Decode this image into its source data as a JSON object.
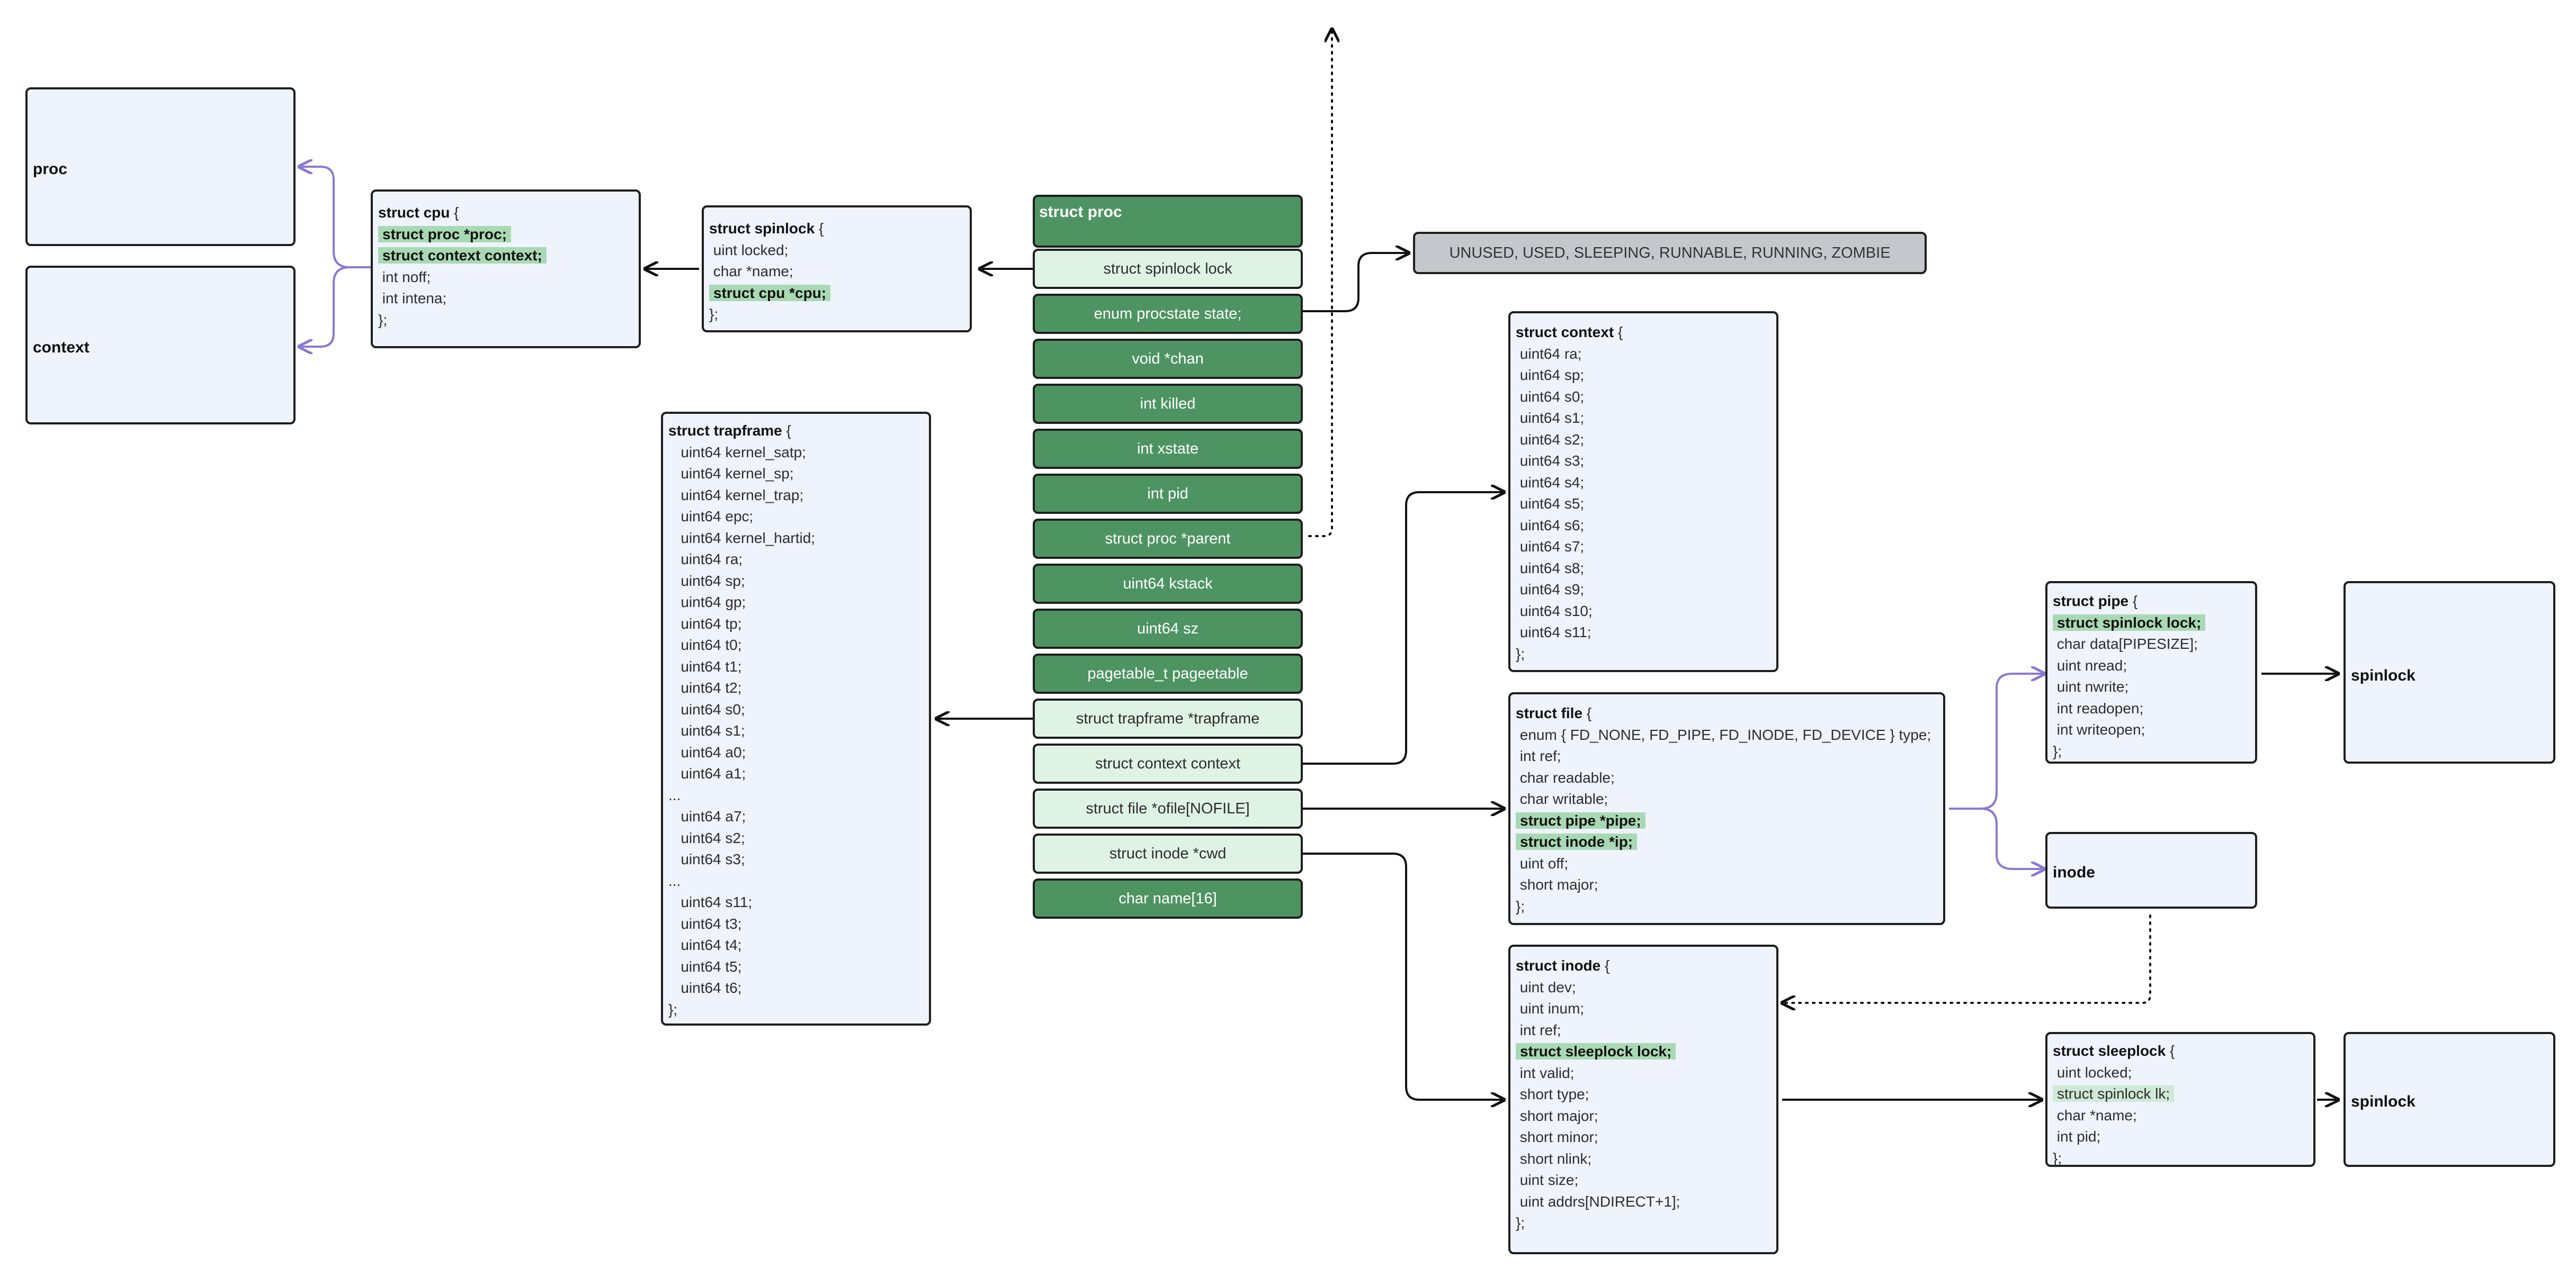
{
  "proc_struct": {
    "title": "struct proc",
    "fields": [
      {
        "label": "struct spinlock lock",
        "style": "light"
      },
      {
        "label": "enum procstate state;",
        "style": "dark"
      },
      {
        "label": "void *chan",
        "style": "dark"
      },
      {
        "label": "int killed",
        "style": "dark"
      },
      {
        "label": "int xstate",
        "style": "dark"
      },
      {
        "label": "int pid",
        "style": "dark"
      },
      {
        "label": "struct proc *parent",
        "style": "dark"
      },
      {
        "label": "uint64 kstack",
        "style": "dark"
      },
      {
        "label": "uint64 sz",
        "style": "dark"
      },
      {
        "label": "pagetable_t pageetable",
        "style": "dark"
      },
      {
        "label": "struct  trapframe *trapframe",
        "style": "light"
      },
      {
        "label": "struct  context context",
        "style": "light"
      },
      {
        "label": "struct file *ofile[NOFILE]",
        "style": "light"
      },
      {
        "label": "struct inode *cwd",
        "style": "light"
      },
      {
        "label": "char name[16]",
        "style": "dark"
      }
    ]
  },
  "states_box": {
    "text": "UNUSED, USED, SLEEPING, RUNNABLE, RUNNING, ZOMBIE"
  },
  "proc_label": {
    "text": "proc"
  },
  "context_label": {
    "text": "context"
  },
  "cpu_struct": {
    "head": "struct cpu",
    "brace": " {",
    "hl1": "struct proc *proc;",
    "hl2": "struct context context;",
    "l3": " int noff;",
    "l4": " int intena;",
    "end": "};"
  },
  "spinlock_struct": {
    "head": "struct spinlock",
    "brace": " {",
    "l1": " uint locked;",
    "l2": " char *name;",
    "hl": "struct cpu *cpu;",
    "end": "};"
  },
  "trapframe_struct": {
    "head": "struct trapframe",
    "brace": " {",
    "l1": "   uint64 kernel_satp;",
    "l2": "   uint64 kernel_sp;",
    "l3": "   uint64 kernel_trap;",
    "l4": "   uint64 epc;",
    "l5": "   uint64 kernel_hartid;",
    "l6": "   uint64 ra;",
    "l7": "   uint64 sp;",
    "l8": "   uint64 gp;",
    "l9": "   uint64 tp;",
    "l10": "   uint64 t0;",
    "l11": "   uint64 t1;",
    "l12": "   uint64 t2;",
    "l13": "   uint64 s0;",
    "l14": "   uint64 s1;",
    "l15": "   uint64 a0;",
    "l16": "   uint64 a1;",
    "l17": "...",
    "l18": "   uint64 a7;",
    "l19": "   uint64 s2;",
    "l20": "   uint64 s3;",
    "l21": "...",
    "l22": "   uint64 s11;",
    "l23": "   uint64 t3;",
    "l24": "   uint64 t4;",
    "l25": "   uint64 t5;",
    "l26": "   uint64 t6;",
    "end": "};"
  },
  "context_struct": {
    "head": "struct context",
    "brace": " {",
    "l1": " uint64 ra;",
    "l2": " uint64 sp;",
    "l3": " uint64 s0;",
    "l4": " uint64 s1;",
    "l5": " uint64 s2;",
    "l6": " uint64 s3;",
    "l7": " uint64 s4;",
    "l8": " uint64 s5;",
    "l9": " uint64 s6;",
    "l10": " uint64 s7;",
    "l11": " uint64 s8;",
    "l12": " uint64 s9;",
    "l13": " uint64 s10;",
    "l14": " uint64 s11;",
    "end": "};"
  },
  "file_struct": {
    "head": "struct file",
    "brace": " {",
    "l1": " enum { FD_NONE, FD_PIPE, FD_INODE, FD_DEVICE } type;",
    "l2": " int ref;",
    "l3": " char readable;",
    "l4": " char writable;",
    "hl1": "struct pipe *pipe;",
    "hl2": "struct inode *ip;",
    "l7": " uint off;",
    "l8": " short major;",
    "end": "};"
  },
  "inode_struct": {
    "head": "struct inode",
    "brace": " {",
    "l1": " uint dev;",
    "l2": " uint inum;",
    "l3": " int ref;",
    "hl": "struct sleeplock lock;",
    "l5": " int valid;",
    "l6": " short type;",
    "l7": " short major;",
    "l8": " short minor;",
    "l9": " short nlink;",
    "l10": " uint size;",
    "l11": " uint addrs[NDIRECT+1];",
    "end": "};"
  },
  "pipe_struct": {
    "head": "struct pipe",
    "brace": " {",
    "hl": "struct spinlock lock;",
    "l2": " char data[PIPESIZE];",
    "l3": " uint nread;",
    "l4": " uint nwrite;",
    "l5": " int readopen;",
    "l6": " int writeopen;",
    "end": "};"
  },
  "sleeplock_struct": {
    "head": "struct sleeplock",
    "brace": " {",
    "l1": " uint locked;",
    "hl": "struct spinlock lk;",
    "l3": " char *name;",
    "l4": " int pid;",
    "end": "};"
  },
  "spinlock_label_1": {
    "text": "spinlock"
  },
  "inode_label": {
    "text": "inode"
  },
  "spinlock_label_2": {
    "text": "spinlock"
  },
  "colors": {
    "dark_row": "#4e9462",
    "light_row": "#dff3e5",
    "box_fill": "#eef3fc",
    "highlight": "#a9d9b4",
    "purple_arrow": "#8b78d2",
    "state_fill": "#c5c7cc"
  }
}
